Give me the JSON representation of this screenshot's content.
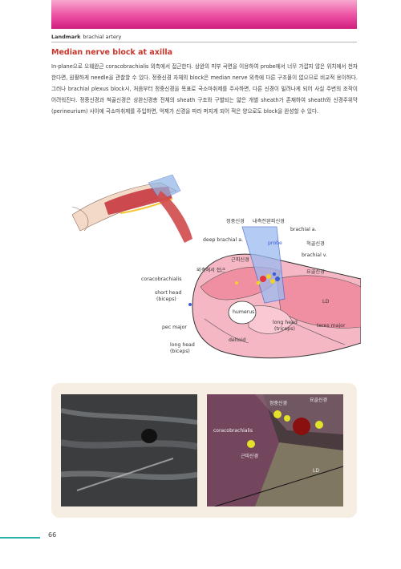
{
  "header": {
    "landmark_label": "Landmark",
    "landmark_value": "brachial artery"
  },
  "section": {
    "title": "Median nerve block at axilla",
    "paragraph": "In-plane으로 오훼완근 coracobrachialis 외측에서 접근한다. 상완의 피부 곡면을 이용하여 probe에서 너무 가깝지 않은 위치에서 천자한다면, 원활하게 needle을 관찰할 수 있다. 정중신경 자체의 block은 median nerve 외측에 다른 구조물이 없으므로 비교적 용이하다. 그러나 brachial plexus block시, 처음부터 정중신경을 목표로 국소마취제를 주사하면, 다른 신경이 밀려나게 되어 사실 주변의 조작이 어려워진다. 정중신경과 척골신경은 상완신경총 전체의 sheath 구조와 구별되는 얇은 개별 sheath가 존재하여 sheath와 신경주위막(perineurium) 사이에 국소마취제를 주입하면, 억제가 신경을 따라 퍼지게 되어 적은 양으로도 block을 완성할 수 있다."
  },
  "figure": {
    "labels": {
      "median": "정중신경",
      "med_cut": "내측전완피신경",
      "brachial_a": "brachial a.",
      "deep_brachial": "deep brachial a.",
      "probe": "probe",
      "ulnar": "척골신경",
      "brachial_v": "brachial v.",
      "musculocut": "근피신경",
      "radial": "요골신경",
      "approach": "외측에서 접근",
      "coracobrachialis": "coracobrachialis",
      "short_head": "short head",
      "biceps1": "(biceps)",
      "humerus": "humerus",
      "long_head_tri": "long head",
      "triceps": "(triceps)",
      "teres": "teres major",
      "ld": "LD",
      "pec": "pec major",
      "long_head_bi": "long head",
      "biceps2": "(biceps)",
      "deltoid": "deltoid"
    }
  },
  "ultrasound": {
    "overlay_labels": {
      "a": "정중신경",
      "b": "요골신경",
      "coraco": "coracobrachialis",
      "c": "근피신경",
      "ld": "LD"
    }
  },
  "footer": {
    "page_number": "66"
  },
  "colors": {
    "accent": "#ec4fa2",
    "title": "#c9362b",
    "teal": "#2bb5aa"
  }
}
